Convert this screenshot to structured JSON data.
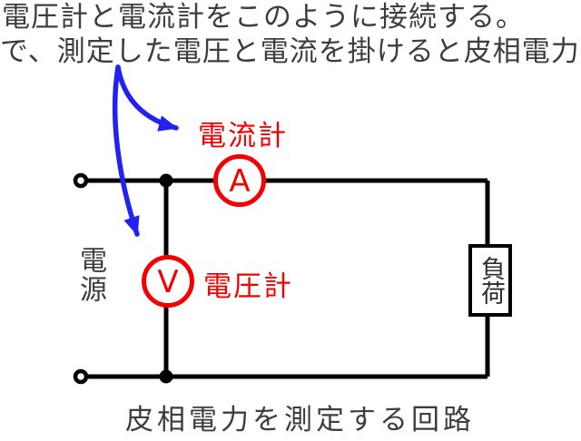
{
  "colors": {
    "background": "#ffffff",
    "wire": "#000000",
    "meter_red": "#f40000",
    "arrow_blue": "#2121f0",
    "text_gray": "#3d3d3d"
  },
  "header": {
    "line1": "電圧計と電流計をこのように接続する。",
    "line2": "で、測定した電圧と電流を掛けると皮相電力"
  },
  "circuit": {
    "ammeter": {
      "symbol": "A",
      "label": "電流計"
    },
    "voltmeter": {
      "symbol": "V",
      "label": "電圧計"
    },
    "source": {
      "label": "電源"
    },
    "load": {
      "label": "負荷"
    },
    "caption": "皮相電力を測定する回路"
  }
}
